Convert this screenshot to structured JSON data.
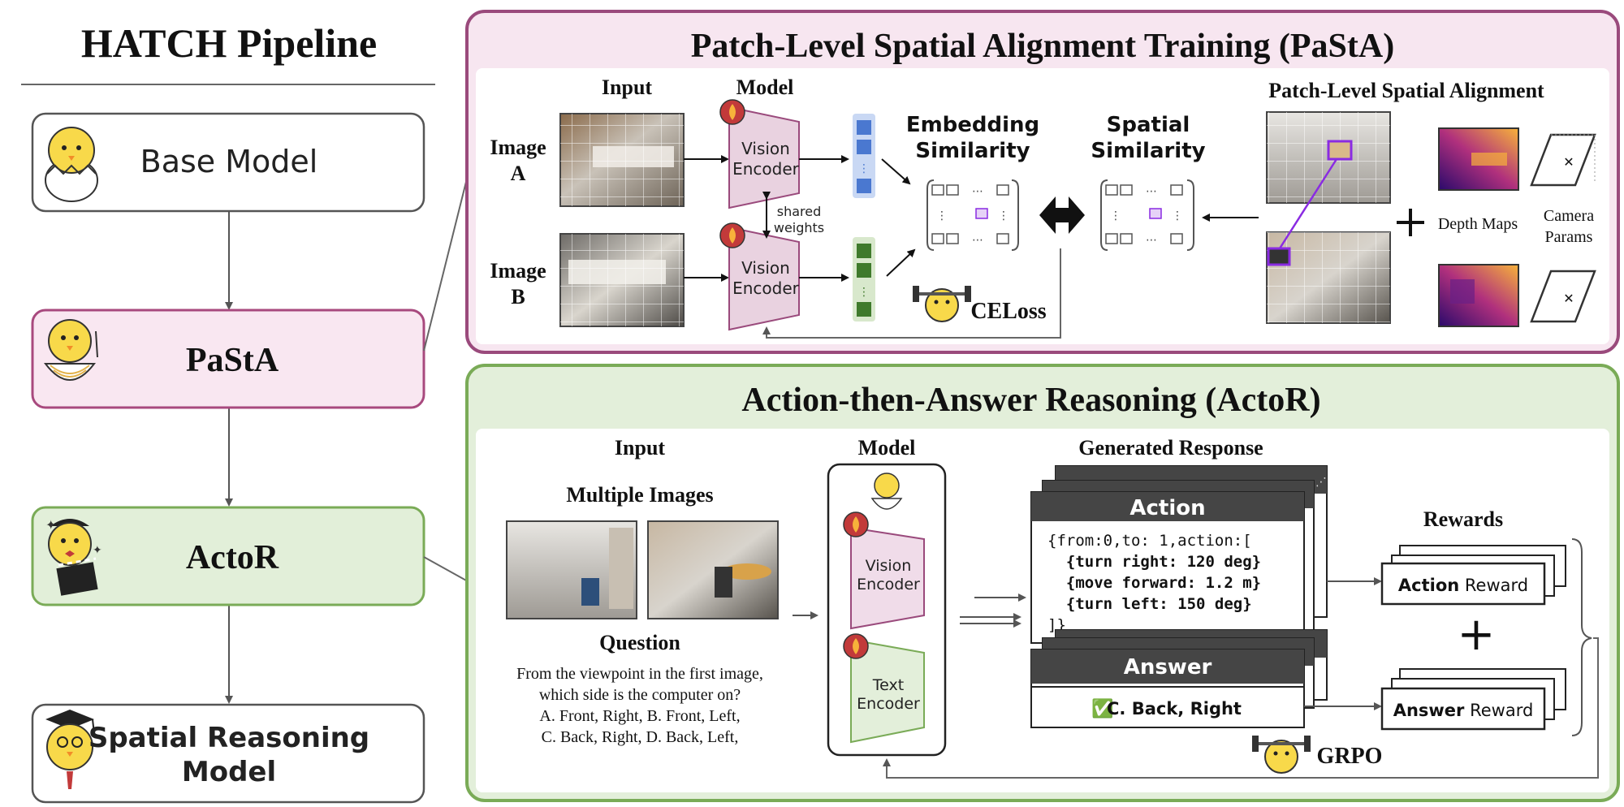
{
  "pipeline": {
    "title": "HATCH Pipeline",
    "stages": [
      {
        "label": "Base Model",
        "fill": "#ffffff",
        "stroke": "#555555"
      },
      {
        "label": "PaStA",
        "fill": "#f9e7f1",
        "stroke": "#a8497e"
      },
      {
        "label": "ActoR",
        "fill": "#e2efd9",
        "stroke": "#7aab57"
      },
      {
        "label": "Spatial Reasoning",
        "label2": "Model",
        "fill": "#ffffff",
        "stroke": "#555555"
      }
    ]
  },
  "pasta": {
    "title": "Patch-Level Spatial Alignment Training (PaStA)",
    "input_header": "Input",
    "model_header": "Model",
    "image_a": [
      "Image",
      "A"
    ],
    "image_b": [
      "Image",
      "B"
    ],
    "encoder_label": [
      "Vision",
      "Encoder"
    ],
    "shared_weights": [
      "shared",
      "weights"
    ],
    "embedding_similarity": [
      "Embedding",
      "Similarity"
    ],
    "spatial_similarity": [
      "Spatial",
      "Similarity"
    ],
    "loss": "CELoss",
    "alignment_header": "Patch-Level Spatial Alignment",
    "depth_maps": "Depth Maps",
    "camera_params": [
      "Camera",
      "Params"
    ],
    "matrix_dots": "⋯",
    "matrix_vdots": "⋮",
    "colors": {
      "border": "#9a4a7c",
      "header_bg": "#f7e6f0",
      "encoder": "#e9d2e0",
      "encoder_stroke": "#9a4a7c"
    }
  },
  "actor": {
    "title": "Action-then-Answer Reasoning (ActoR)",
    "input_header": "Input",
    "multiple_images": "Multiple Images",
    "question_header": "Question",
    "question_lines": [
      "From the viewpoint in the first image,",
      "which side is the computer on?",
      "A. Front, Right, B. Front, Left,",
      "C. Back, Right, D. Back, Left,"
    ],
    "model_header": "Model",
    "vision_encoder": [
      "Vision",
      "Encoder"
    ],
    "text_encoder": [
      "Text",
      "Encoder"
    ],
    "response_header": "Generated Response",
    "action_title": "Action",
    "action_lines": [
      "{from:0,to: 1,action:[",
      "  {turn right: 120 deg}",
      "  {move forward: 1.2 m}",
      "  {turn left: 150 deg}",
      "]}"
    ],
    "answer_title": "Answer",
    "answer_check": "✅",
    "answer_value": "C. Back, Right",
    "rewards_header": "Rewards",
    "action_reward_bold": "Action",
    "action_reward_rest": " Reward",
    "answer_reward_bold": "Answer",
    "answer_reward_rest": " Reward",
    "plus": "+",
    "grpo": "GRPO",
    "colors": {
      "border": "#7aab57",
      "header_bg": "#e3efda",
      "encoder": "#f0dce9",
      "text_encoder": "#e3efda",
      "card": "#454545"
    }
  }
}
